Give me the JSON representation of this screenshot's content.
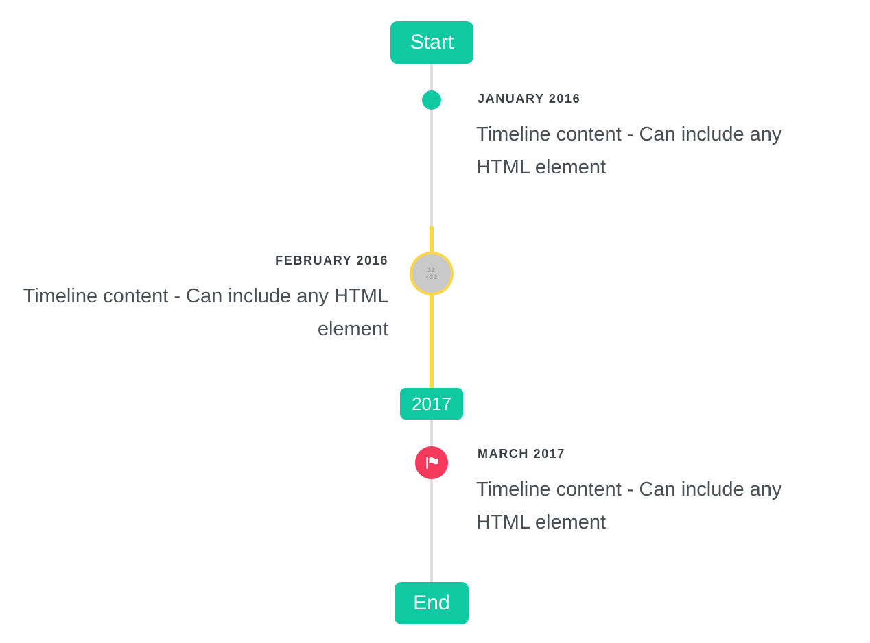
{
  "timeline": {
    "start_badge": "Start",
    "year_badge": "2017",
    "end_badge": "End",
    "items": [
      {
        "title": "JANUARY 2016",
        "content": "Timeline content - Can include any HTML element",
        "side": "right",
        "marker": "dot"
      },
      {
        "title": "FEBRUARY 2016",
        "content": "Timeline content - Can include any HTML element",
        "side": "left",
        "marker": "image-placeholder",
        "image_placeholder": {
          "line1": "32",
          "line2": "×32"
        }
      },
      {
        "title": "MARCH 2017",
        "content": "Timeline content - Can include any HTML element",
        "side": "right",
        "marker": "flag"
      }
    ],
    "colors": {
      "accent_teal": "#0fc9a3",
      "highlight_yellow": "#fbd64b",
      "flag_red": "#f5395c",
      "line_gray": "#dfdfdf",
      "marker_gray": "#c9c9c9",
      "title_text": "#3b4045",
      "content_text": "#4a4f54"
    }
  }
}
